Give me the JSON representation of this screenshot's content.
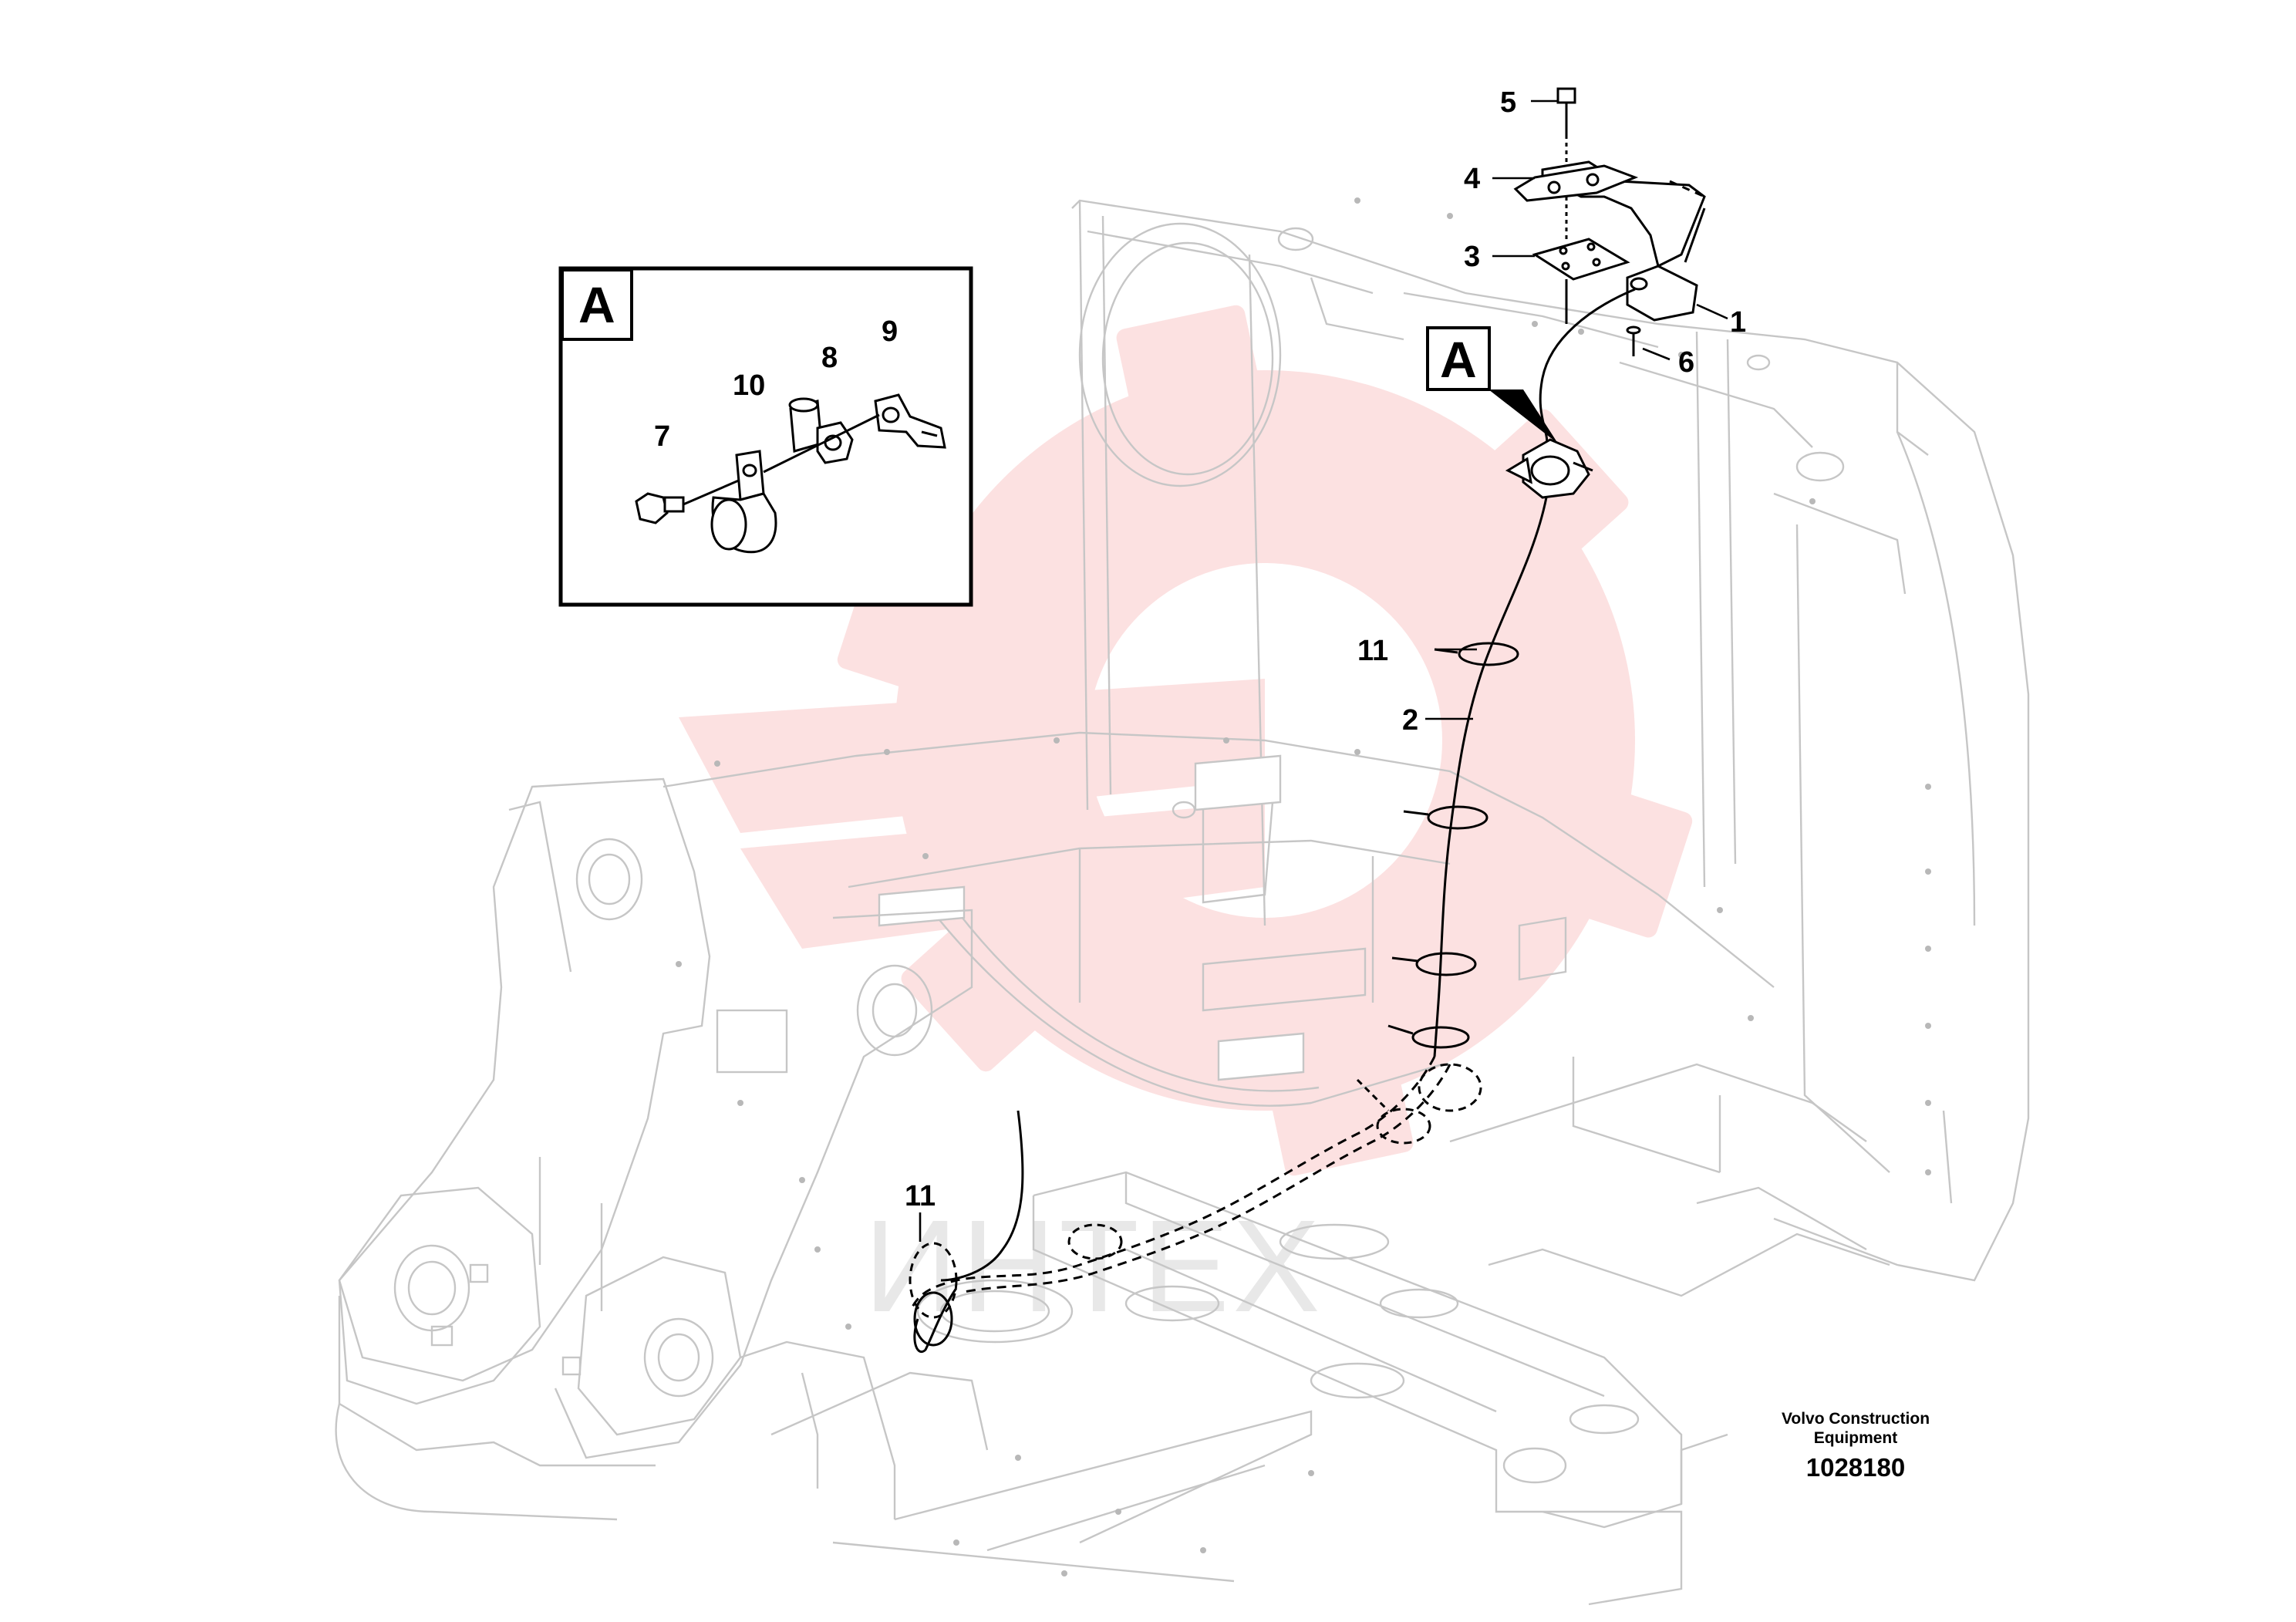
{
  "callouts": {
    "n1": "1",
    "n2": "2",
    "n3": "3",
    "n4": "4",
    "n5": "5",
    "n6": "6",
    "n7": "7",
    "n8": "8",
    "n9": "9",
    "n10": "10",
    "n11_upper": "11",
    "n11_lower": "11"
  },
  "detail": {
    "letter": "A",
    "marker_letter": "A"
  },
  "footer": {
    "company_line1": "Volvo Construction",
    "company_line2": "Equipment",
    "drawing_number": "1028180"
  },
  "watermark": {
    "text": "ИНТЕХ",
    "color": "#e83a3a"
  },
  "colors": {
    "line": "#000000",
    "chassis": "#c6c6c6",
    "background": "#ffffff"
  }
}
